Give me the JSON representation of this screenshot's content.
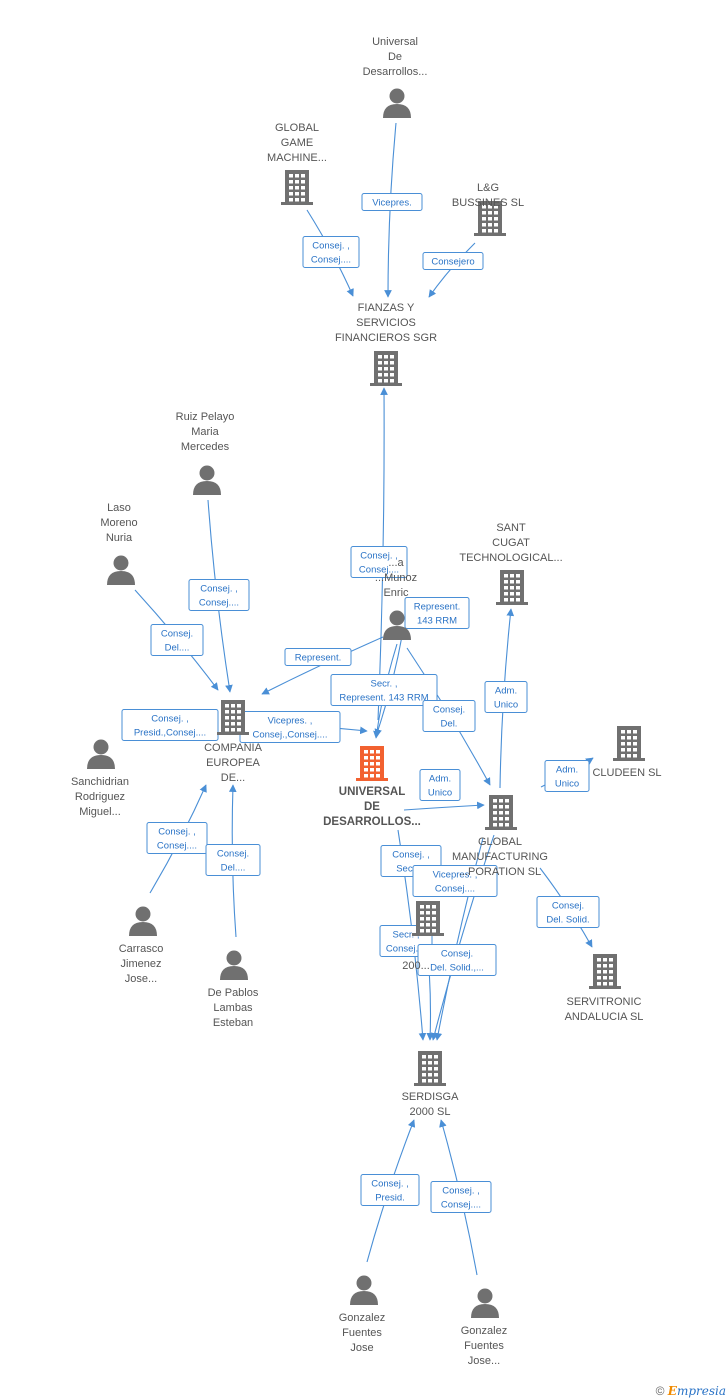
{
  "colors": {
    "company": "#707070",
    "main_company": "#f26130",
    "person": "#707070",
    "edge": "#4a8fd6",
    "edge_text": "#2a73c6",
    "label": "#555555"
  },
  "nodes": [
    {
      "id": "universal_top",
      "type": "person",
      "label": [
        "Universal",
        "De",
        "Desarrollos..."
      ]
    },
    {
      "id": "global_game",
      "type": "company",
      "label": [
        "GLOBAL",
        "GAME",
        "MACHINE..."
      ]
    },
    {
      "id": "lg_bussines",
      "type": "company",
      "label": [
        "L&G",
        "BUSSINES SL"
      ]
    },
    {
      "id": "fianzas",
      "type": "company",
      "label": [
        "FIANZAS Y",
        "SERVICIOS",
        "FINANCIEROS SGR"
      ]
    },
    {
      "id": "ruiz",
      "type": "person",
      "label": [
        "Ruiz Pelayo",
        "Maria",
        "Mercedes"
      ]
    },
    {
      "id": "laso",
      "type": "person",
      "label": [
        "Laso",
        "Moreno",
        "Nuria"
      ]
    },
    {
      "id": "sant_cugat",
      "type": "company",
      "label": [
        "SANT",
        "CUGAT",
        "TECHNOLOGICAL..."
      ]
    },
    {
      "id": "enric",
      "type": "person",
      "label": [
        "...a",
        "...Munoz",
        "Enric"
      ]
    },
    {
      "id": "compania",
      "type": "company",
      "label": [
        "COMPANIA",
        "EUROPEA",
        "DE..."
      ]
    },
    {
      "id": "sanchidrian",
      "type": "person",
      "label": [
        "Sanchidrian",
        "Rodriguez",
        "Miguel..."
      ]
    },
    {
      "id": "universal_main",
      "type": "main",
      "label": [
        "UNIVERSAL",
        "DE",
        "DESARROLLOS..."
      ]
    },
    {
      "id": "cludeen",
      "type": "company",
      "label": [
        "CLUDEEN SL"
      ]
    },
    {
      "id": "global_mfg",
      "type": "company",
      "label": [
        "GLOBAL",
        "MANUFACTURING",
        "...PORATION SL"
      ]
    },
    {
      "id": "mid_company",
      "type": "company",
      "label": [
        "200..."
      ]
    },
    {
      "id": "carrasco",
      "type": "person",
      "label": [
        "Carrasco",
        "Jimenez",
        "Jose..."
      ]
    },
    {
      "id": "depablos",
      "type": "person",
      "label": [
        "De Pablos",
        "Lambas",
        "Esteban"
      ]
    },
    {
      "id": "servitronic",
      "type": "company",
      "label": [
        "SERVITRONIC",
        "ANDALUCIA SL"
      ]
    },
    {
      "id": "serdisga",
      "type": "company",
      "label": [
        "SERDISGA",
        "2000 SL"
      ]
    },
    {
      "id": "gonzalez1",
      "type": "person",
      "label": [
        "Gonzalez",
        "Fuentes",
        "Jose"
      ]
    },
    {
      "id": "gonzalez2",
      "type": "person",
      "label": [
        "Gonzalez",
        "Fuentes",
        "Jose..."
      ]
    }
  ],
  "edges": [
    {
      "from": "universal_top",
      "to": "fianzas",
      "label": [
        "Vicepres."
      ]
    },
    {
      "from": "global_game",
      "to": "fianzas",
      "label": [
        "Consej. ,",
        "Consej...."
      ]
    },
    {
      "from": "lg_bussines",
      "to": "fianzas",
      "label": [
        "Consejero"
      ]
    },
    {
      "from": "universal_main",
      "to": "fianzas",
      "label": [
        "Consej. ,",
        "Consej...."
      ]
    },
    {
      "from": "ruiz",
      "to": "compania",
      "label": [
        "Consej. ,",
        "Consej...."
      ]
    },
    {
      "from": "laso",
      "to": "compania",
      "label": [
        "Consej.",
        "Del...."
      ]
    },
    {
      "from": "enric",
      "to": "compania",
      "label": [
        "Represent."
      ]
    },
    {
      "from": "compania",
      "to": "universal_main",
      "label": [
        "Vicepres. ,",
        "Consej.,Consej...."
      ]
    },
    {
      "from": "sanchidrian",
      "to": "compania",
      "label": [
        "Consej. ,",
        "Presid.,Consej...."
      ]
    },
    {
      "from": "enric",
      "to": "universal_main",
      "label": [
        "Represent.",
        "143 RRM"
      ]
    },
    {
      "from": "enric",
      "to": "universal_main",
      "label": [
        "Secr. ,",
        "Represent. 143 RRM"
      ]
    },
    {
      "from": "enric",
      "to": "global_mfg",
      "label": [
        "Consej.",
        "Del."
      ]
    },
    {
      "from": "global_mfg",
      "to": "sant_cugat",
      "label": [
        "Adm.",
        "Unico"
      ]
    },
    {
      "from": "global_mfg",
      "to": "cludeen",
      "label": [
        "Adm.",
        "Unico"
      ]
    },
    {
      "from": "universal_main",
      "to": "global_mfg",
      "label": [
        "Adm.",
        "Unico"
      ]
    },
    {
      "from": "carrasco",
      "to": "compania",
      "label": [
        "Consej. ,",
        "Consej...."
      ]
    },
    {
      "from": "depablos",
      "to": "compania",
      "label": [
        "Consej.",
        "Del...."
      ]
    },
    {
      "from": "universal_main",
      "to": "serdisga",
      "label": [
        "Consej. ,",
        "Secr...."
      ]
    },
    {
      "from": "global_mfg",
      "to": "serdisga",
      "label": [
        "Vicepres. ,",
        "Consej...."
      ]
    },
    {
      "from": "mid_company",
      "to": "serdisga",
      "label": [
        "Secr. ,",
        "Consej...."
      ]
    },
    {
      "from": "global_mfg",
      "to": "serdisga",
      "label": [
        "Consej.",
        "Del. Solid.,..."
      ]
    },
    {
      "from": "global_mfg",
      "to": "servitronic",
      "label": [
        "Consej.",
        "Del. Solid."
      ]
    },
    {
      "from": "gonzalez1",
      "to": "serdisga",
      "label": [
        "Consej. ,",
        "Presid."
      ]
    },
    {
      "from": "gonzalez2",
      "to": "serdisga",
      "label": [
        "Consej. ,",
        "Consej...."
      ]
    }
  ],
  "footer": {
    "copyright": "©",
    "brand_initial": "E",
    "brand_rest": "mpresia"
  }
}
